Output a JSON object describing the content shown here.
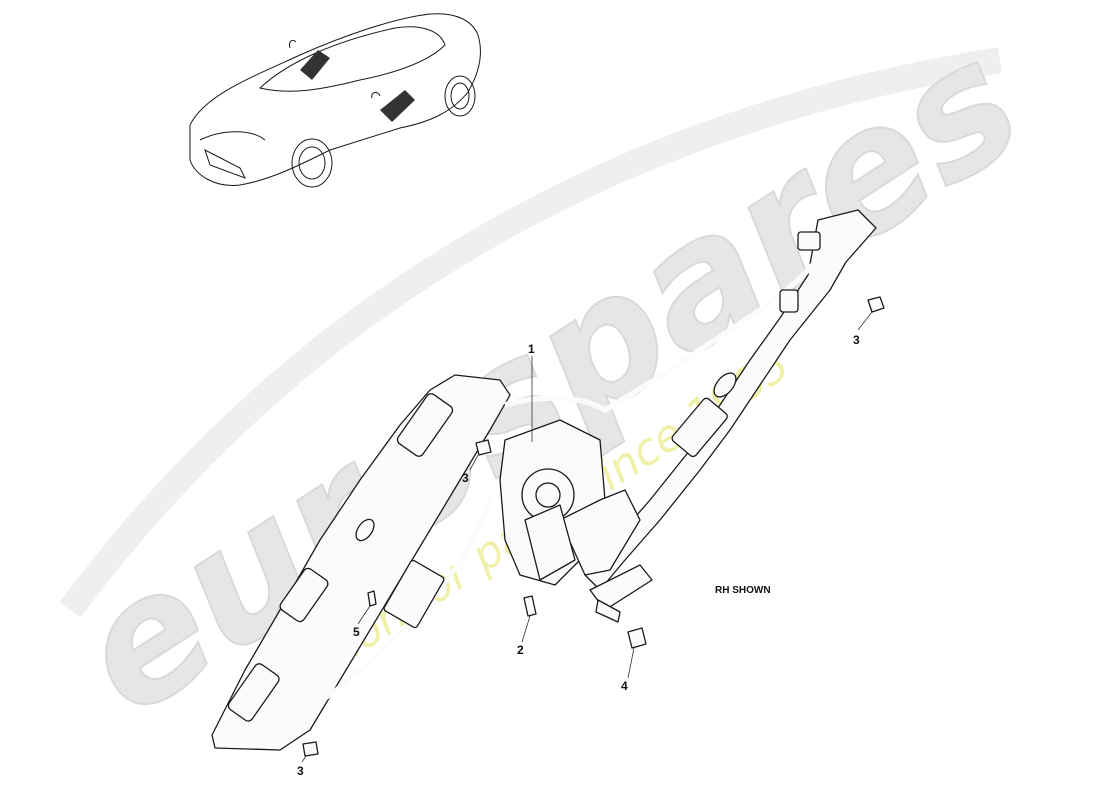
{
  "watermark": {
    "brand": "eurospares",
    "tagline": "a passion for parts since 1985",
    "brand_color": "#dedede",
    "tagline_color": "#eeee9a"
  },
  "note": "RH SHOWN",
  "callouts": [
    {
      "id": "c1",
      "label": "1"
    },
    {
      "id": "c2",
      "label": "2"
    },
    {
      "id": "c3a",
      "label": "3"
    },
    {
      "id": "c3b",
      "label": "3"
    },
    {
      "id": "c3c",
      "label": "3"
    },
    {
      "id": "c4",
      "label": "4"
    },
    {
      "id": "c5",
      "label": "5"
    }
  ],
  "icons": {
    "vehicle": "car-location-icon"
  }
}
